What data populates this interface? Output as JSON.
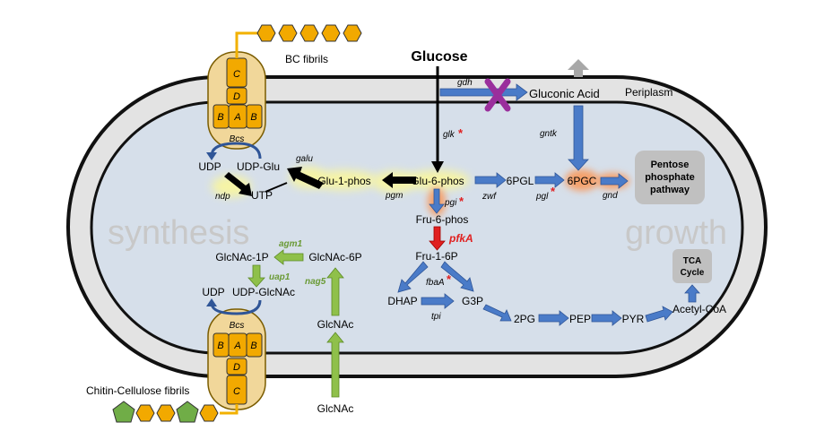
{
  "title": "Glucose",
  "watermarks": {
    "left": "synthesis",
    "right": "growth"
  },
  "regions": {
    "periplasm": "Periplasm"
  },
  "fibrils": {
    "top": "BC fibrils",
    "bottom": "Chitin-Cellulose fibrils"
  },
  "bcs": {
    "top": {
      "label": "Bcs",
      "subunits": [
        "C",
        "D",
        "A",
        "B",
        "B"
      ]
    },
    "bottom": {
      "label": "Bcs",
      "subunits": [
        "B",
        "A",
        "B",
        "D",
        "C"
      ]
    }
  },
  "metabolites": {
    "glu6p": "Glu-6-phos",
    "glu1p": "Glu-1-phos",
    "udp_glu": "UDP-Glu",
    "udp_top": "UDP",
    "utp": "UTP",
    "gluconic": "Gluconic Acid",
    "pgl6": "6PGL",
    "pgc6": "6PGC",
    "fru6p": "Fru-6-phos",
    "fru16p": "Fru-1-6P",
    "dhap": "DHAP",
    "g3p": "G3P",
    "pg2": "2PG",
    "pep": "PEP",
    "pyr": "PYR",
    "acetyl": "Acetyl-CoA",
    "glcnac1p": "GlcNAc-1P",
    "glcnac6p": "GlcNAc-6P",
    "udp_glcnac": "UDP-GlcNAc",
    "udp_bottom": "UDP",
    "glcnac_in": "GlcNAc",
    "glcnac_out": "GlcNAc"
  },
  "boxes": {
    "ppp": [
      "Pentose",
      "phosphate",
      "pathway"
    ],
    "tca": [
      "TCA",
      "Cycle"
    ]
  },
  "enzymes": {
    "gdh": "gdh",
    "glk": "glk",
    "gntk": "gntk",
    "galu": "galu",
    "ndp": "ndp",
    "pgm": "pgm",
    "zwf": "zwf",
    "pgi": "pgi",
    "pgl": "pgl",
    "gnd": "gnd",
    "pfkA": "pfkA",
    "fbaA": "fbaA",
    "tpi": "tpi",
    "agm1": "agm1",
    "uap1": "uap1",
    "nag5": "nag5"
  },
  "marks": {
    "asterisk": "*"
  },
  "colors": {
    "membrane_outer": "#e3e3e3",
    "membrane_line": "#111111",
    "cytoplasm": "#d6dfea",
    "blue_arrow": "#4a7bc8",
    "green_arrow": "#8fc04a",
    "black_arrow": "#000000",
    "red": "#e02020",
    "purple_x": "#9a2f9c",
    "bcs_capsule": "#f1d79a",
    "bcs_cylinder": "#f2a900",
    "fibril_line": "#f2b100",
    "pentagon_green": "#70ad47",
    "highlight_yellow": "#f6f4a5",
    "highlight_orange": "#f5a06a",
    "watermark": "#c8c8c8"
  }
}
